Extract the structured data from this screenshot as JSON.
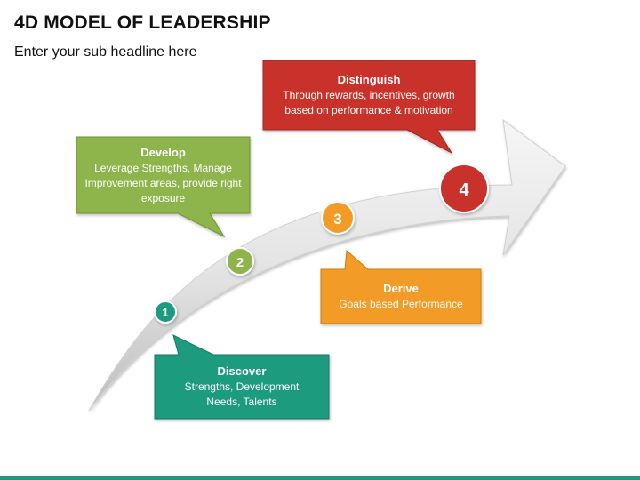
{
  "header": {
    "title": "4D MODEL OF LEADERSHIP",
    "subtitle": "Enter your sub headline here"
  },
  "steps": [
    {
      "number": "1",
      "title": "Discover",
      "description": "Strengths, Development Needs, Talents",
      "color": "#1e9b7f"
    },
    {
      "number": "2",
      "title": "Develop",
      "description": "Leverage Strengths, Manage Improvement areas, provide right exposure",
      "color": "#8db54b"
    },
    {
      "number": "3",
      "title": "Derive",
      "description": "Goals based Performance",
      "color": "#f29b26"
    },
    {
      "number": "4",
      "title": "Distinguish",
      "description": "Through rewards, incentives, growth based on performance & motivation",
      "color": "#c9302c"
    }
  ],
  "colors": {
    "arrow_light": "#f4f4f4",
    "arrow_dark": "#b9b9b9",
    "footer_bar": "#1e9b7f"
  }
}
